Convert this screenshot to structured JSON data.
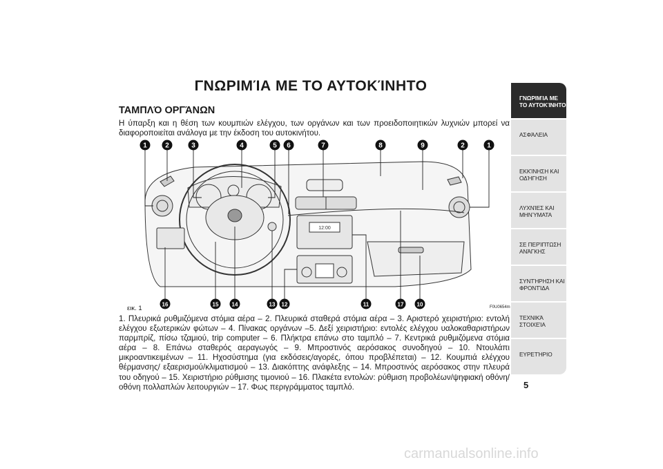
{
  "title": "ΓΝΩΡΙΜΊΑ ΜΕ ΤΟ ΑΥΤΟΚΊΝΗΤΟ",
  "section_heading": "ΤΑΜΠΛΌ ΟΡΓΆΝΩΝ",
  "intro": "Η ύπαρξη και η θέση των κουμπιών ελέγχου, των οργάνων και των προειδοποιητικών λυχνιών μπορεί να διαφοροποιείται ανάλογα με την έκδοση του αυτοκινήτου.",
  "figure": {
    "label": "εικ. 1",
    "code": "F0U0654m",
    "callouts_top": [
      "1",
      "2",
      "3",
      "4",
      "5",
      "6",
      "7",
      "8",
      "9",
      "2",
      "1"
    ],
    "callouts_bottom": [
      "16",
      "15",
      "14",
      "13",
      "12",
      "11",
      "17",
      "10"
    ],
    "display_text": "12:00"
  },
  "caption": "1. Πλευρικά ρυθμιζόμενα στόμια αέρα – 2. Πλευρικά σταθερά στόμια αέρα – 3. Αριστερό χειριστήριο: εντολή ελέγχου εξωτερικών φώτων – 4. Πίνακας οργάνων –5. Δεξί χειριστήριο: εντολές ελέγχου υαλοκαθαριστήρων παρμπρίζ, πίσω τζαμιού, trip computer – 6. Πλήκτρα επάνω στο ταμπλό – 7. Κεντρικά ρυθμιζόμενα στόμια αέρα – 8. Επάνω σταθερός αεραγωγός – 9. Μπροστινός αερόσακος συνοδηγού – 10. Ντουλάπι μικροαντικειμένων – 11. Ηχοσύστημα (για εκδόσεις/αγορές, όπου προβλέπεται) – 12. Κουμπιά ελέγχου θέρμανσης/ εξαερισμού/κλιματισμού – 13. Διακόπτης ανάφλεξης – 14. Μπροστινός αερόσακος στην πλευρά του οδηγού – 15. Χειριστήριο ρύθμισης τιμονιού – 16. Πλακέτα εντολών: ρύθμιση προβολέων/ψηφιακή οθόνη/οθόνη πολλαπλών λειτουργιών – 17. Φως περιγράμματος ταμπλό.",
  "sidebar_tabs": [
    "ΓΝΩΡΙΜΊΑ ΜΕ ΤΟ ΑΥΤΟΚΊΝΗΤΟ",
    "ΑΣΦΆΛΕΙΑ",
    "ΕΚΚΊΝΗΣΗ ΚΑΙ ΟΔΉΓΗΣΗ",
    "ΛΥΧΝΊΕΣ ΚΑΙ ΜΗΝΎΜΑΤΑ",
    "ΣΕ ΠΕΡΊΠΤΩΣΗ ΑΝΆΓΚΗΣ",
    "ΣΥΝΤΉΡΗΣΗ ΚΑΙ ΦΡΟΝΤΊΔΑ",
    "ΤΕΧΝΙΚΆ ΣΤΟΙΧΕΊΑ",
    "ΕΥΡΕΤΉΡΙΟ"
  ],
  "page_number": "5",
  "watermark": "carmanualsonline.info"
}
